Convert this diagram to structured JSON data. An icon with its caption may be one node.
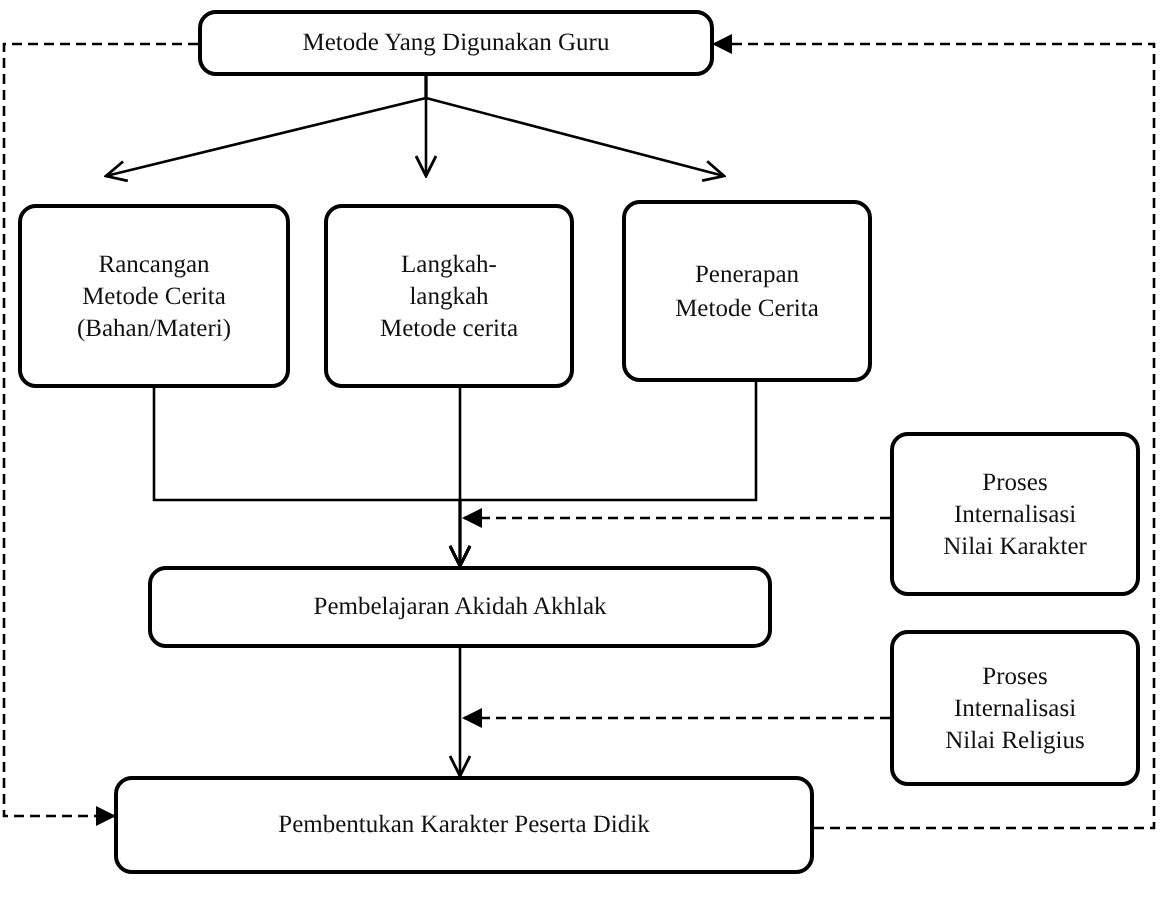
{
  "diagram": {
    "nodes": [
      {
        "text": [
          "Metode Yang Digunakan Guru"
        ]
      },
      {
        "text": [
          "Rancangan Metode Cerita (Bahan/Materi)"
        ]
      },
      {
        "text": [
          "Langkah-langkah Metode cerita"
        ]
      },
      {
        "text": [
          "Penerapan Metode Cerita"
        ]
      },
      {
        "text": [
          "Proses Internalisasi Nilai Karakter"
        ]
      },
      {
        "text": [
          "Pembelajaran Akidah Akhlak"
        ]
      },
      {
        "text": [
          "Proses Internalisasi Nilai Religius"
        ]
      },
      {
        "text": [
          "Pembentukan Karakter Peserta Didik"
        ]
      }
    ],
    "edges": [
      {
        "from": 0,
        "to": 1,
        "arrow": "to"
      },
      {
        "from": 0,
        "to": 2,
        "arrow": "to"
      },
      {
        "from": 0,
        "to": 3,
        "arrow": "to"
      },
      {
        "from": 1,
        "to": 5,
        "arrow": "to"
      },
      {
        "from": 2,
        "to": 5,
        "arrow": "to"
      },
      {
        "from": 3,
        "to": 5,
        "arrow": "to"
      },
      {
        "from": 4,
        "to": 5,
        "arrow": "to",
        "style": "dashed"
      },
      {
        "from": 5,
        "to": 7,
        "arrow": "to"
      },
      {
        "from": 6,
        "to": 7,
        "arrow": "to",
        "style": "dashed"
      },
      {
        "from": 7,
        "to": 0,
        "arrow": "to",
        "style": "dashed"
      },
      {
        "from": 0,
        "to": 7,
        "arrow": "to",
        "style": "dashed"
      }
    ]
  }
}
